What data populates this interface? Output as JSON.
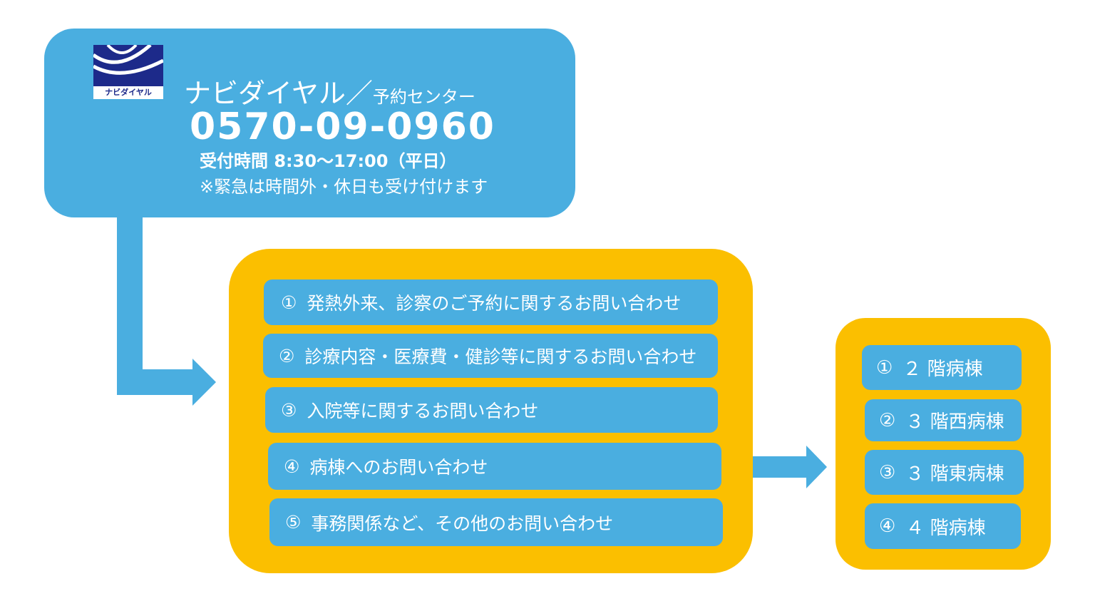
{
  "header": {
    "logo_text": "ナビダイヤル",
    "title": "ナビダイヤル",
    "separator": "／",
    "subtitle": "予約センター",
    "phone": "0570-09-0960",
    "hours": "受付時間 8:30～17:00（平日）",
    "note": "※緊急は時間外・休日も受け付けます"
  },
  "menu": {
    "items": [
      {
        "num": "①",
        "label": "発熱外来、診察のご予約に関するお問い合わせ"
      },
      {
        "num": "②",
        "label": "診療内容・医療費・健診等に関するお問い合わせ"
      },
      {
        "num": "③",
        "label": "入院等に関するお問い合わせ"
      },
      {
        "num": "④",
        "label": "病棟へのお問い合わせ"
      },
      {
        "num": "⑤",
        "label": "事務関係など、その他のお問い合わせ"
      }
    ]
  },
  "wards": {
    "items": [
      {
        "num": "①",
        "label": "２ 階病棟"
      },
      {
        "num": "②",
        "label": "３ 階西病棟"
      },
      {
        "num": "③",
        "label": "３ 階東病棟"
      },
      {
        "num": "④",
        "label": "４ 階病棟"
      }
    ]
  },
  "colors": {
    "blue": "#4aaee0",
    "yellow": "#fbbf00",
    "logo_navy": "#1d2a8a"
  }
}
